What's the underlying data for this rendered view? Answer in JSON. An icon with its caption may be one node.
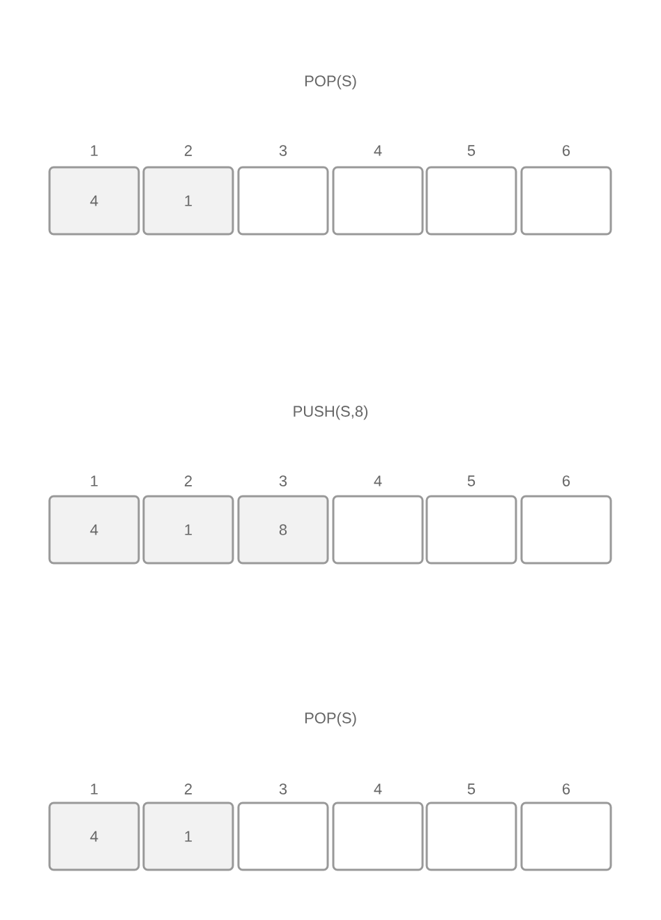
{
  "diagram": {
    "nodes": [
      {
        "text": [
          "4"
        ],
        "beside": [
          "1"
        ]
      },
      {
        "text": [
          "1"
        ],
        "beside": [
          "2"
        ]
      },
      {
        "text": [],
        "shape": "box",
        "beside": [
          "3"
        ]
      },
      {
        "text": [],
        "shape": "box",
        "beside": [
          "4"
        ]
      },
      {
        "text": [],
        "shape": "box",
        "beside": [
          "5"
        ]
      },
      {
        "text": [],
        "shape": "box",
        "beside": [
          "6"
        ]
      },
      {
        "text": [
          "4"
        ],
        "beside": [
          "1"
        ]
      },
      {
        "text": [
          "1"
        ],
        "beside": [
          "2"
        ]
      },
      {
        "text": [
          "8"
        ],
        "beside": [
          "3"
        ]
      },
      {
        "text": [],
        "shape": "box",
        "beside": [
          "4"
        ]
      },
      {
        "text": [],
        "shape": "box",
        "beside": [
          "5"
        ]
      },
      {
        "text": [],
        "shape": "box",
        "beside": [
          "6"
        ]
      },
      {
        "text": [
          "4"
        ],
        "beside": [
          "1"
        ]
      },
      {
        "text": [
          "1"
        ],
        "beside": [
          "2"
        ]
      },
      {
        "text": [],
        "shape": "box",
        "beside": [
          "3"
        ]
      },
      {
        "text": [],
        "shape": "box",
        "beside": [
          "4"
        ]
      },
      {
        "text": [],
        "shape": "box",
        "beside": [
          "5"
        ]
      },
      {
        "text": [],
        "shape": "box",
        "beside": [
          "6"
        ]
      }
    ],
    "labels": [
      "POP(S)",
      "PUSH(S,8)",
      "POP(S)"
    ]
  }
}
